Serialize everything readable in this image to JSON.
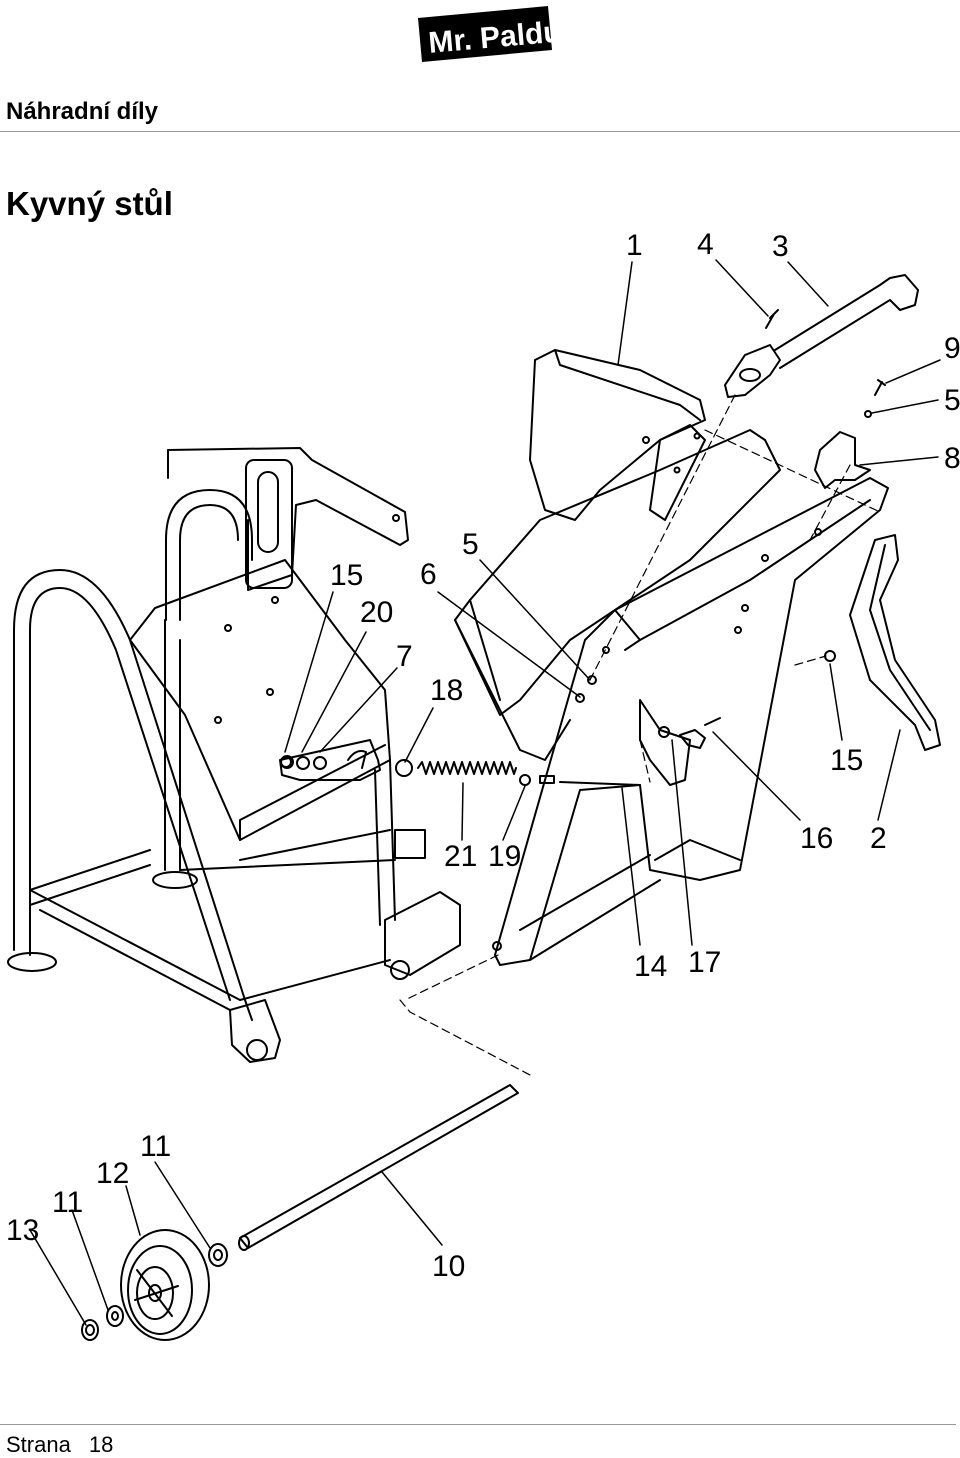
{
  "brand": {
    "logo_text": "Mr. Paldu"
  },
  "header": {
    "section_title": "Náhradní díly"
  },
  "page": {
    "heading": "Kyvný stůl"
  },
  "callouts": [
    {
      "id": "1",
      "label": "1"
    },
    {
      "id": "4",
      "label": "4"
    },
    {
      "id": "3",
      "label": "3"
    },
    {
      "id": "9",
      "label": "9"
    },
    {
      "id": "5a",
      "label": "5"
    },
    {
      "id": "8",
      "label": "8"
    },
    {
      "id": "15a",
      "label": "15"
    },
    {
      "id": "20",
      "label": "20"
    },
    {
      "id": "6",
      "label": "6"
    },
    {
      "id": "5b",
      "label": "5"
    },
    {
      "id": "7",
      "label": "7"
    },
    {
      "id": "18",
      "label": "18"
    },
    {
      "id": "15b",
      "label": "15"
    },
    {
      "id": "21",
      "label": "21"
    },
    {
      "id": "19",
      "label": "19"
    },
    {
      "id": "16",
      "label": "16"
    },
    {
      "id": "2",
      "label": "2"
    },
    {
      "id": "14",
      "label": "14"
    },
    {
      "id": "17",
      "label": "17"
    },
    {
      "id": "11a",
      "label": "11"
    },
    {
      "id": "12",
      "label": "12"
    },
    {
      "id": "11b",
      "label": "11"
    },
    {
      "id": "13",
      "label": "13"
    },
    {
      "id": "10",
      "label": "10"
    }
  ],
  "footer": {
    "page_label": "Strana",
    "page_number": "18"
  }
}
